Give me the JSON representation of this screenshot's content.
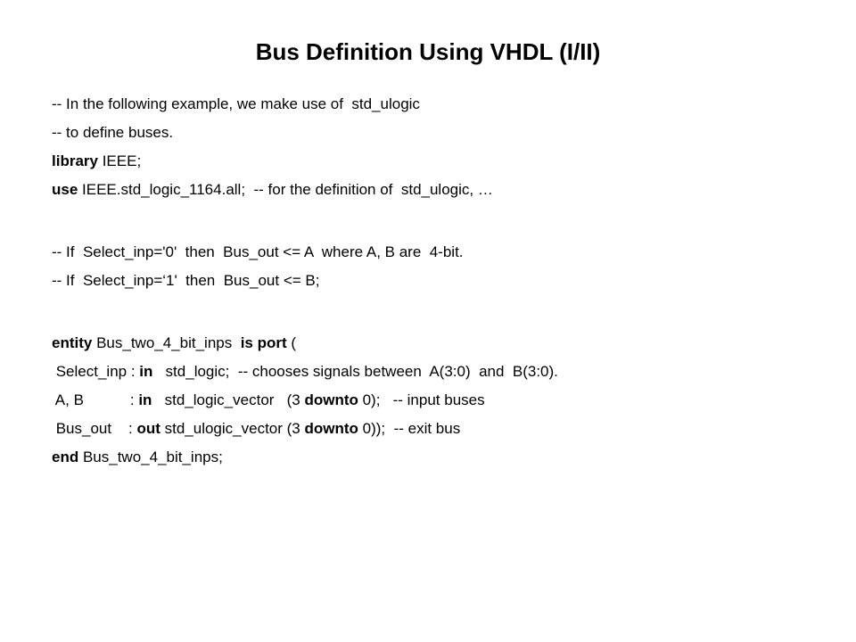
{
  "slide": {
    "title": "Bus Definition Using VHDL (I/II)"
  },
  "lines": {
    "l1": {
      "text": "-- In the following example, we make use of  std_ulogic"
    },
    "l2": {
      "text": "-- to define buses."
    },
    "l3": {
      "kw": "library",
      "rest": " IEEE;"
    },
    "l4": {
      "kw": "use",
      "rest": " IEEE.std_logic_1164.all;  -- for the definition of  std_ulogic, …"
    },
    "l5": {
      "text": "-- If  Select_inp='0'  then  Bus_out <= A  where A, B are  4-bit."
    },
    "l6": {
      "text": "-- If  Select_inp=‘1'  then  Bus_out <= B;"
    },
    "l7": {
      "kw1": "entity",
      "mid": " Bus_two_4_bit_inps  ",
      "kw2": "is port",
      "rest": " ("
    },
    "l8": {
      "pre": " Select_inp : ",
      "kw": "in",
      "rest": "   std_logic;  -- chooses signals between  A(3:0)  and  B(3:0)."
    },
    "l9": {
      "pre": " A, B           : ",
      "kw1": "in",
      "mid": "   std_logic_vector   (3 ",
      "kw2": "downto",
      "rest": " 0);   -- input buses"
    },
    "l10": {
      "pre": " Bus_out    : ",
      "kw1": "out",
      "mid": " std_ulogic_vector (3 ",
      "kw2": "downto",
      "rest": " 0));  -- exit bus"
    },
    "l11": {
      "kw": "end",
      "rest": " Bus_two_4_bit_inps;"
    }
  }
}
